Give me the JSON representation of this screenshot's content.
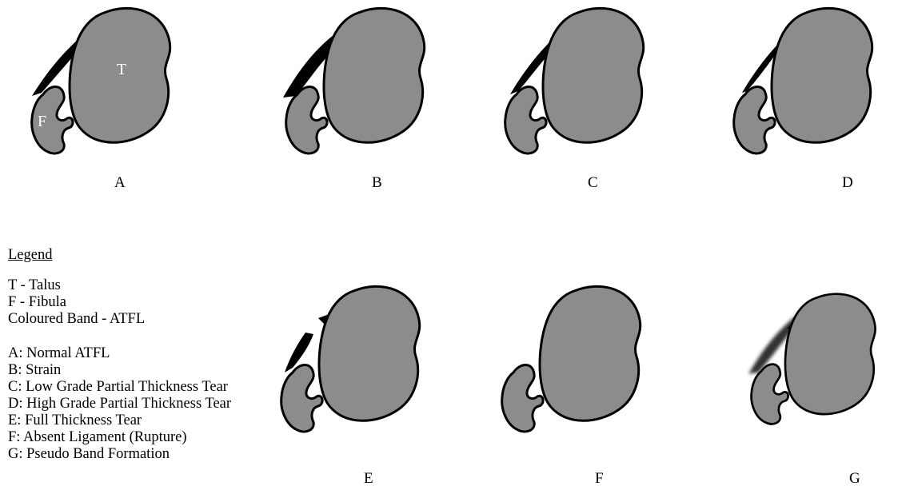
{
  "colors": {
    "bone_fill": "#8c8c8c",
    "outline": "#000000",
    "ligament": "#000000",
    "label_on_bone": "#ffffff",
    "background": "#ffffff"
  },
  "panels": [
    {
      "label": "A",
      "state": "normal"
    },
    {
      "label": "B",
      "state": "strain"
    },
    {
      "label": "C",
      "state": "low-grade-partial-tear"
    },
    {
      "label": "D",
      "state": "high-grade-partial-tear"
    },
    {
      "label": "E",
      "state": "full-thickness-tear"
    },
    {
      "label": "F",
      "state": "absent-ligament"
    },
    {
      "label": "G",
      "state": "pseudo-band"
    }
  ],
  "bone_labels": {
    "talus": "T",
    "fibula": "F"
  },
  "legend": {
    "title": "Legend",
    "keys": [
      "T - Talus",
      "F - Fibula",
      "Coloured Band - ATFL"
    ],
    "grades": [
      "A: Normal ATFL",
      "B: Strain",
      "C: Low Grade Partial Thickness Tear",
      "D: High Grade Partial Thickness Tear",
      "E: Full Thickness Tear",
      "F: Absent Ligament (Rupture)",
      "G: Pseudo Band Formation"
    ]
  }
}
